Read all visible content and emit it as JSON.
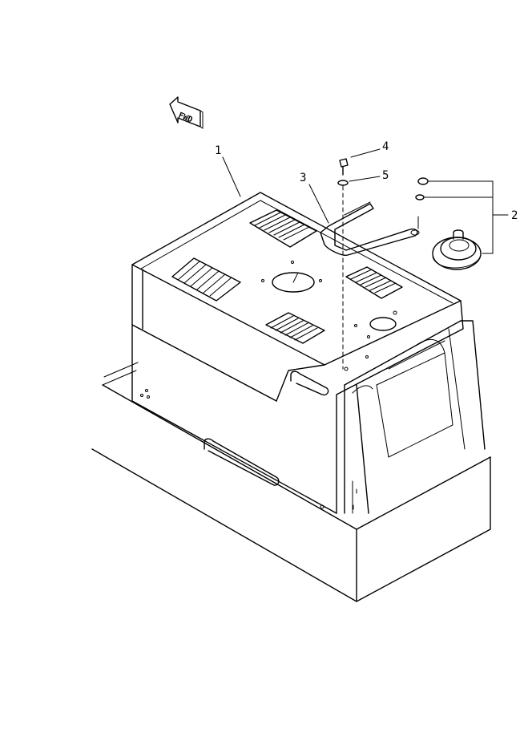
{
  "diagram": {
    "direction_arrow": {
      "label": "FWD"
    },
    "callouts": [
      {
        "id": "1",
        "label": "1"
      },
      {
        "id": "2",
        "label": "2"
      },
      {
        "id": "3",
        "label": "3"
      },
      {
        "id": "4",
        "label": "4"
      },
      {
        "id": "5",
        "label": "5"
      }
    ]
  }
}
